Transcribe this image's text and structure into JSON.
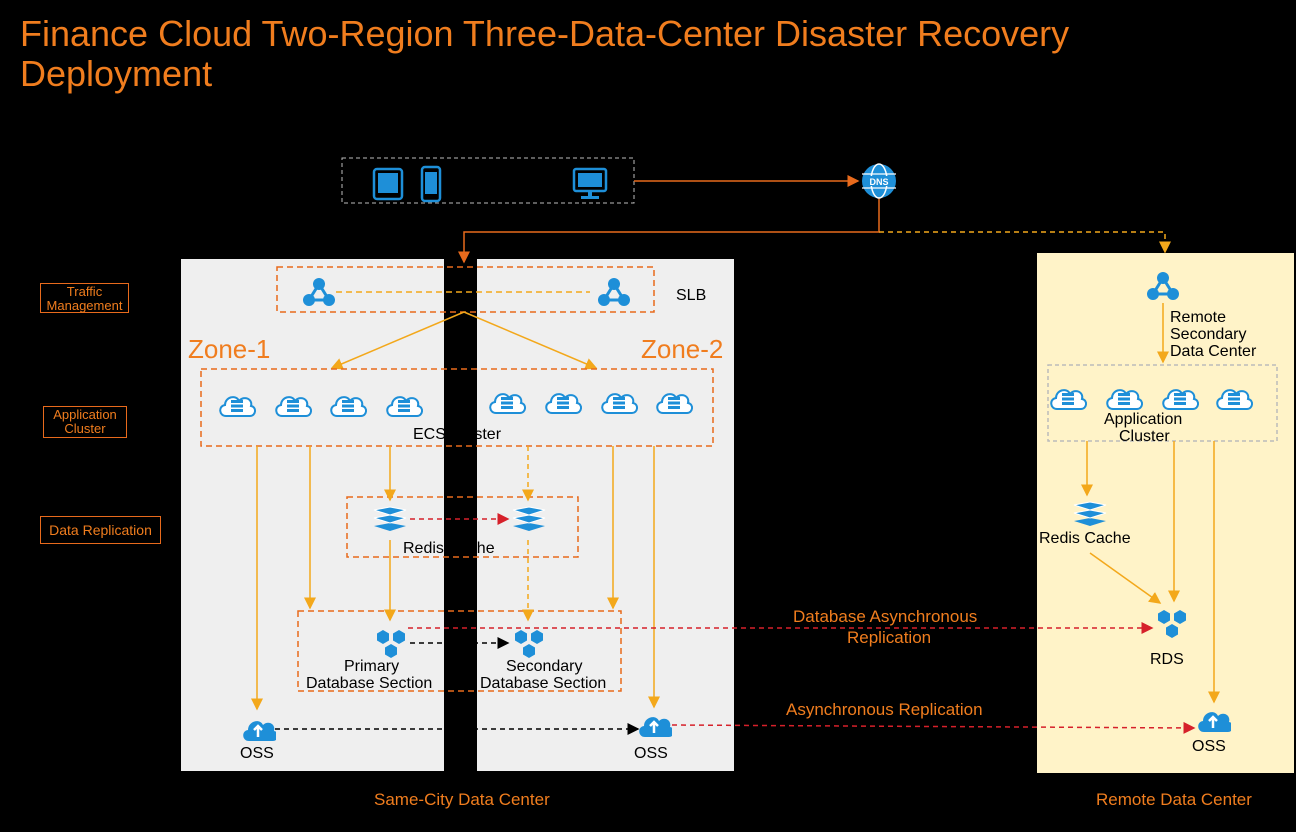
{
  "title": "Finance Cloud Two-Region Three-Data-Center Disaster Recovery Deployment",
  "side_labels": {
    "traffic": "Traffic Management",
    "application": "Application Cluster",
    "replication": "Data Replication"
  },
  "zones": {
    "zone1": "Zone-1",
    "zone2": "Zone-2"
  },
  "labels": {
    "slb": "SLB",
    "ecs_cluster": "ECS Cluster",
    "redis_cache": "Redis Cache",
    "primary_db_1": "Primary",
    "primary_db_2": "Database Section",
    "secondary_db_1": "Secondary",
    "secondary_db_2": "Database Section",
    "oss_zone1": "OSS",
    "oss_zone2": "OSS",
    "remote_dc_1": "Remote",
    "remote_dc_2": "Secondary",
    "remote_dc_3": "Data Center",
    "remote_app_1": "Application",
    "remote_app_2": "Cluster",
    "remote_redis": "Redis Cache",
    "remote_rds": "RDS",
    "remote_oss": "OSS",
    "db_async_1": "Database Asynchronous",
    "db_async_2": "Replication",
    "async_replication": "Asynchronous Replication",
    "same_city": "Same-City Data Center",
    "remote_center": "Remote Data Center",
    "dns": "DNS"
  },
  "colors": {
    "accent_orange": "#f07d1e",
    "flow_yellow": "#f3a81b",
    "replication_red": "#d6202a",
    "icon_blue": "#1e8fd8",
    "zone_bg": "#efefef",
    "remote_bg": "#fff3c8"
  }
}
